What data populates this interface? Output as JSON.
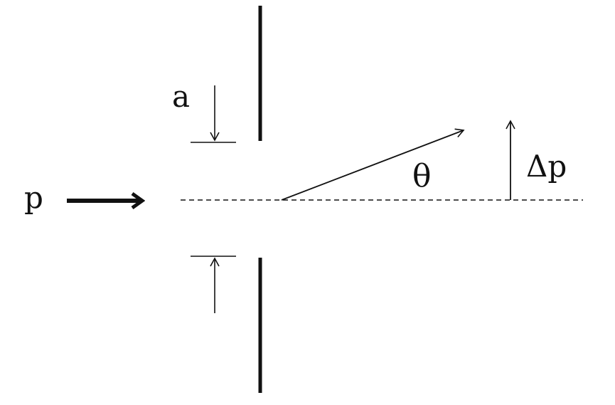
{
  "labels": {
    "slit_width": "a",
    "incident_momentum": "p",
    "angle": "θ",
    "momentum_change": "Δp"
  },
  "colors": {
    "ink": "#111111",
    "background": "#ffffff"
  }
}
